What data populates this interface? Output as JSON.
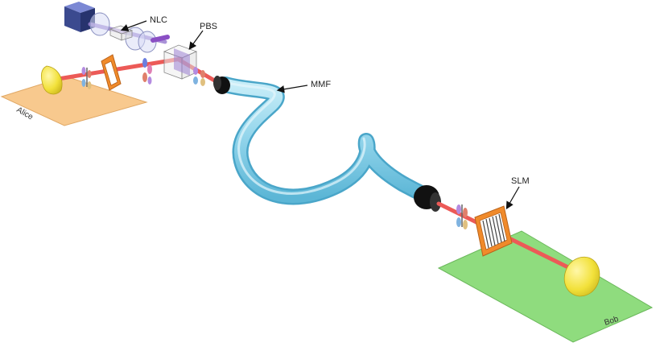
{
  "labels": {
    "nlc": "NLC",
    "pbs": "PBS",
    "mmf": "MMF",
    "slm": "SLM",
    "alice": "Alice",
    "bob": "Bob"
  },
  "colors": {
    "alice_platform": "#f8c98e",
    "bob_platform": "#8fdc7e",
    "fiber": "#8fd3ea",
    "fiber_edge": "#4aa6c9",
    "laser_source": "#3b4a8f",
    "beam_red": "#ec5a57",
    "beam_violet": "#9b7fd1",
    "detector": "#f2e13a",
    "slm_frame": "#f08a2a",
    "coupler": "#111111"
  }
}
